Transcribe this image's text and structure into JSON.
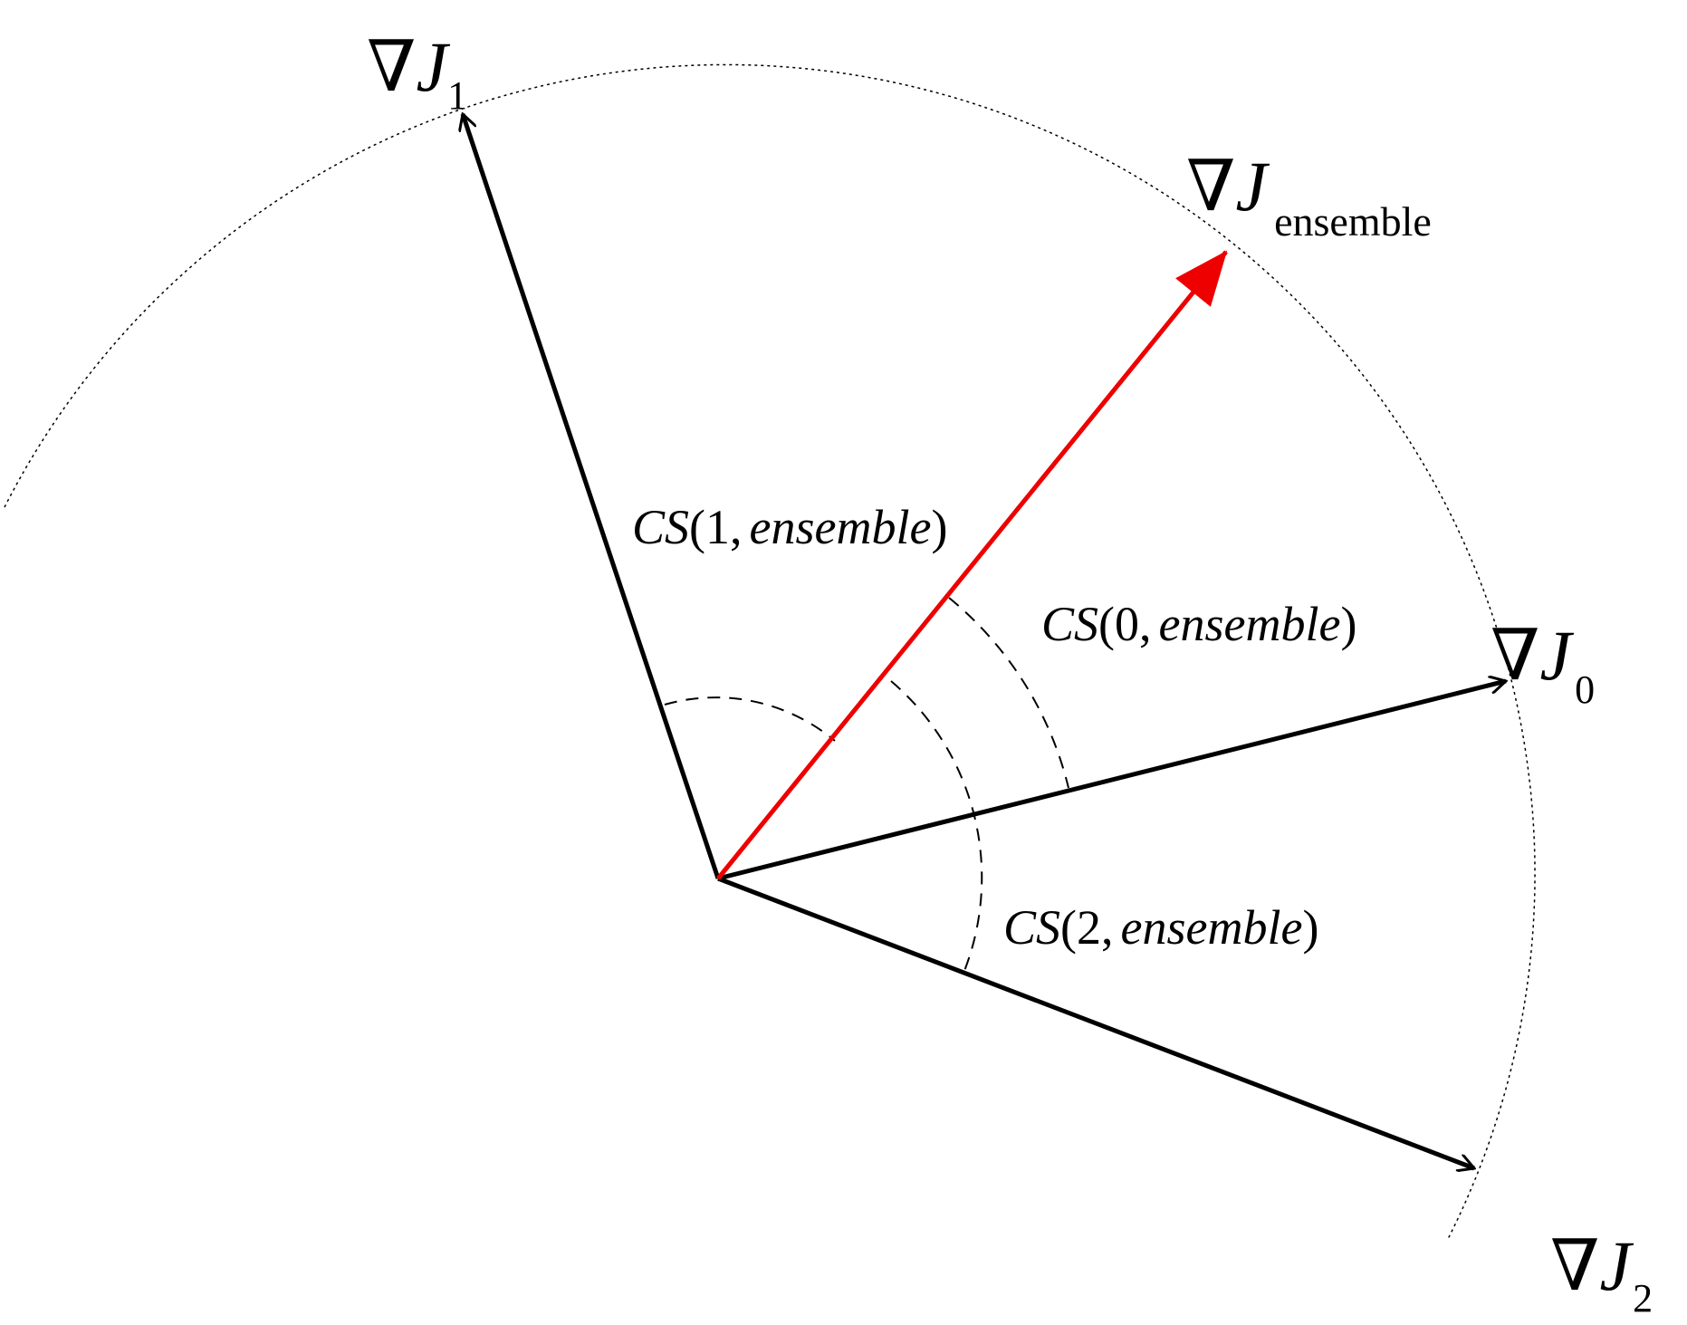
{
  "vectors": {
    "j1": {
      "label": "∇J",
      "subscript": "1",
      "color": "#000000"
    },
    "ensemble": {
      "label": "∇J",
      "subscript": "ensemble",
      "color": "#ee0000"
    },
    "j0": {
      "label": "∇J",
      "subscript": "0",
      "color": "#000000"
    },
    "j2": {
      "label": "∇J",
      "subscript": "2",
      "color": "#000000"
    }
  },
  "angles": {
    "cs1": {
      "func": "CS",
      "open": "(",
      "index": "1,",
      "arg": "ensemble",
      "close": ")"
    },
    "cs0": {
      "func": "CS",
      "open": "(",
      "index": "0,",
      "arg": "ensemble",
      "close": ")"
    },
    "cs2": {
      "func": "CS",
      "open": "(",
      "index": "2,",
      "arg": "ensemble",
      "close": ")"
    }
  }
}
